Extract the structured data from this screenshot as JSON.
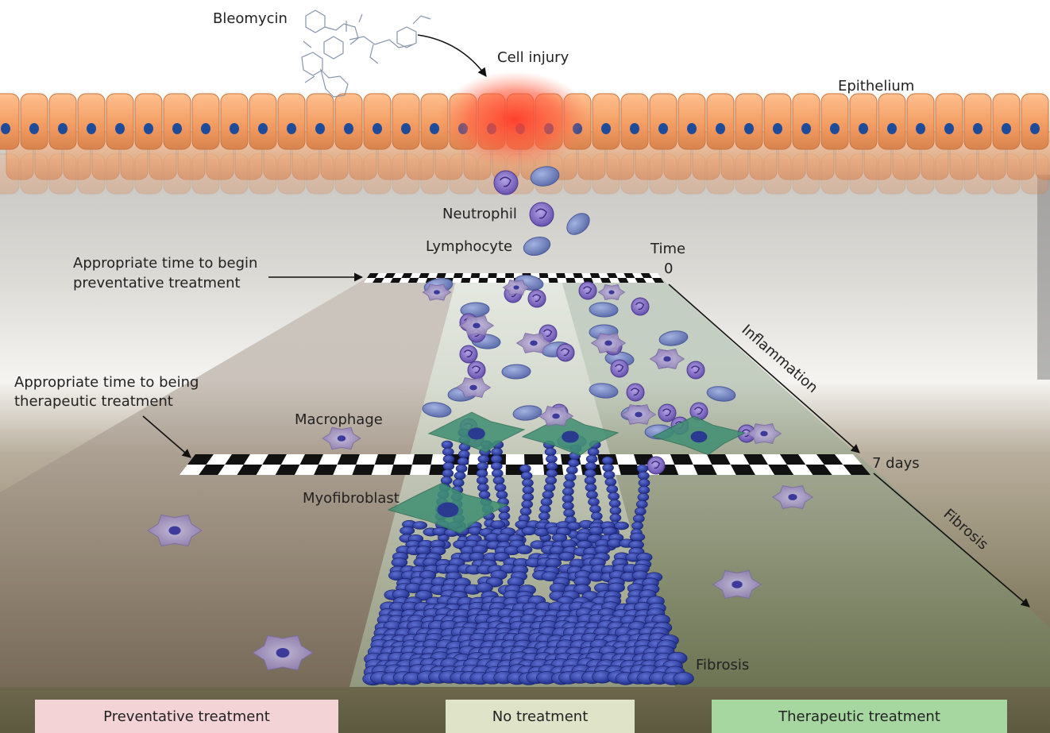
{
  "labels": {
    "bleomycin": "Bleomycin",
    "cell_injury": "Cell injury",
    "epithelium": "Epithelium",
    "neutrophil": "Neutrophil",
    "lymphocyte": "Lymphocyte",
    "time": "Time",
    "time_zero": "0",
    "prev_line1": "Appropriate time to begin",
    "prev_line2": "preventative treatment",
    "ther_line1": "Appropriate time to being",
    "ther_line2": "therapeutic treatment",
    "macrophage": "Macrophage",
    "myofibroblast": "Myofibroblast",
    "inflammation": "Inflammation",
    "seven_days": "7 days",
    "fibrosis_arrow": "Fibrosis",
    "fibrosis": "Fibrosis"
  },
  "treatments": {
    "preventative": "Preventative treatment",
    "none": "No treatment",
    "therapeutic": "Therapeutic treatment"
  },
  "colors": {
    "preventative_bg": "#f3d3d6",
    "none_bg": "#dfe3c8",
    "therapeutic_bg": "#a7d7a1",
    "epithelium_cell": "#f4a46c",
    "nucleus": "#1e4c9a",
    "injury_glow": "#ff4b3a",
    "neutrophil": "#7b63b8",
    "lymphocyte": "#6d7fb8",
    "macrophage": "#9f90c4",
    "myofibroblast": "#3f8f72",
    "collagen": "#2c3a9a"
  }
}
